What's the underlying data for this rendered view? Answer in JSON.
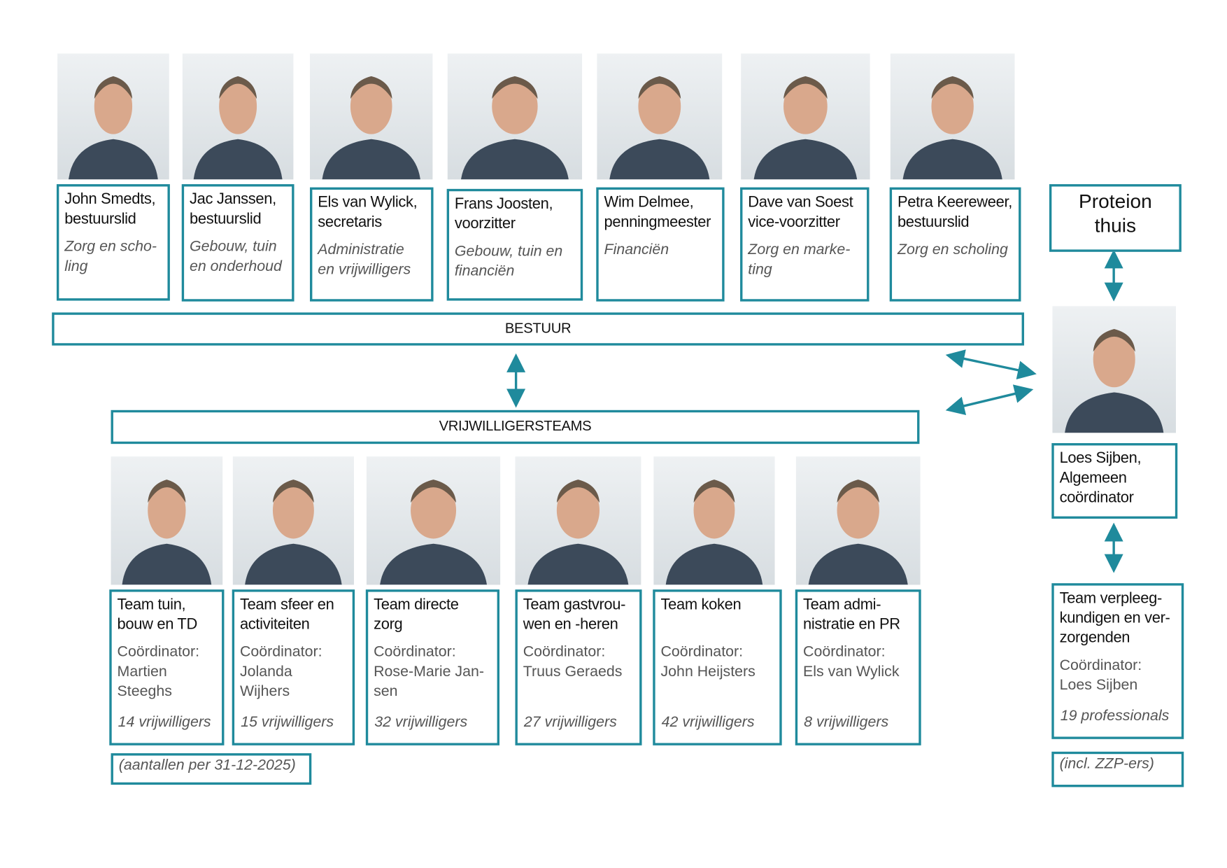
{
  "colors": {
    "accent": "#1f8a9c"
  },
  "board": {
    "label": "BESTUUR",
    "members": [
      {
        "name": "John Smedts,\nbestuurslid",
        "portfolio": "Zorg en scho-\nling"
      },
      {
        "name": "Jac Janssen,\nbestuurslid",
        "portfolio": "Gebouw, tuin\nen onderhoud"
      },
      {
        "name": "Els van Wylick,\nsecretaris",
        "portfolio": "Administratie\nen vrijwilligers"
      },
      {
        "name": "Frans Joosten,\nvoorzitter",
        "portfolio": "Gebouw, tuin en\nfinanciën"
      },
      {
        "name": "Wim Delmee,\npenningmeester",
        "portfolio": "Financiën"
      },
      {
        "name": "Dave van Soest\nvice-voorzitter",
        "portfolio": "Zorg en marke-\nting"
      },
      {
        "name": "Petra Keereweer,\nbestuurslid",
        "portfolio": "Zorg en scholing"
      }
    ]
  },
  "volunteers": {
    "label": "VRIJWILLIGERSTEAMS",
    "teams": [
      {
        "name": "Team tuin,\nbouw en TD",
        "coordinator": "Coördinator:\nMartien\nSteeghs",
        "count": "14 vrijwilligers"
      },
      {
        "name": "Team sfeer en\nactiviteiten",
        "coordinator": "Coördinator:\nJolanda\nWijhers",
        "count": "15 vrijwilligers"
      },
      {
        "name": "Team directe\nzorg",
        "coordinator": "Coördinator:\nRose-Marie Jan-\nsen",
        "count": "32 vrijwilligers"
      },
      {
        "name": "Team gastvrou-\nwen en -heren",
        "coordinator": "Coördinator:\nTruus Geraeds",
        "count": "27 vrijwilligers"
      },
      {
        "name": "Team koken",
        "coordinator": "Coördinator:\nJohn Heijsters",
        "count": "42 vrijwilligers"
      },
      {
        "name": "Team admi-\nnistratie en PR",
        "coordinator": "Coördinator:\nEls van Wylick",
        "count": "8 vrijwilligers"
      }
    ],
    "note": "(aantallen per 31-12-2025)"
  },
  "proteion": {
    "label": "Proteion\nthuis"
  },
  "coordinator": {
    "name": "Loes Sijben,\nAlgemeen\ncoördinator"
  },
  "nursing": {
    "name": "Team verpleeg-\nkundigen en ver-\nzorgenden",
    "coordinator": "Coördinator:\nLoes Sijben",
    "count": "19 professionals",
    "note": "(incl. ZZP-ers)"
  }
}
